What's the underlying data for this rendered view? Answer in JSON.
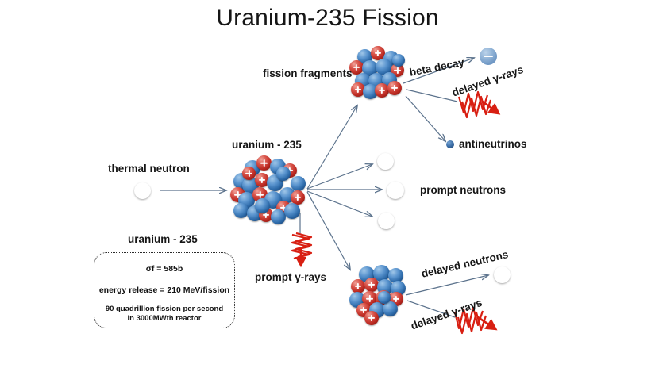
{
  "page": {
    "title": "Uranium-235 Fission",
    "background_color": "#ffffff"
  },
  "colors": {
    "neutron_blue": "#2f6cab",
    "proton_red": "#bc2a22",
    "arrow_gray": "#5b728c",
    "gamma_red": "#d81f12",
    "text": "#161616"
  },
  "labels": {
    "thermal_neutron": "thermal neutron",
    "uranium_center": "uranium - 235",
    "fission_fragments": "fission fragments",
    "beta_decay": "beta decay",
    "delayed_gamma_top": "delayed γ-rays",
    "antineutrinos": "antineutrinos",
    "prompt_neutrons": "prompt neutrons",
    "prompt_gamma": "prompt γ-rays",
    "delayed_neutrons": "delayed neutrons",
    "delayed_gamma_bottom": "delayed γ-rays"
  },
  "infobox": {
    "heading": "uranium - 235",
    "cross_section": "σf = 585b",
    "energy_release": "energy release = 210 MeV/fission",
    "rate_line1": "90 quadrillion fission per second",
    "rate_line2": "in 3000MWth reactor"
  },
  "particles": {
    "thermal_neutron_icon": "neutron-sphere",
    "prompt_neutron_icon": "neutron-sphere",
    "delayed_neutron_icon": "neutron-sphere",
    "electron_icon": "electron-minus-circle",
    "antineutrino_icon": "antineutrino-dot",
    "gamma_icon": "gamma-wave-arrow"
  },
  "diagram_data": {
    "type": "diagram",
    "subject": "Uranium-235 induced fission decay chain",
    "nodes": [
      {
        "id": "thermal-neutron",
        "label": "thermal neutron",
        "kind": "neutron"
      },
      {
        "id": "u235-nucleus",
        "label": "uranium - 235",
        "kind": "nucleus"
      },
      {
        "id": "fragment-upper",
        "label": "fission fragments",
        "kind": "nucleus"
      },
      {
        "id": "fragment-lower",
        "label": "fission fragments",
        "kind": "nucleus"
      },
      {
        "id": "electron",
        "label": "beta decay",
        "kind": "electron"
      },
      {
        "id": "delayed-gamma-top",
        "label": "delayed γ-rays",
        "kind": "gamma"
      },
      {
        "id": "antineutrinos",
        "label": "antineutrinos",
        "kind": "antineutrino"
      },
      {
        "id": "prompt-neutrons",
        "label": "prompt neutrons",
        "kind": "neutron",
        "count": 3
      },
      {
        "id": "prompt-gamma",
        "label": "prompt γ-rays",
        "kind": "gamma"
      },
      {
        "id": "delayed-neutrons",
        "label": "delayed neutrons",
        "kind": "neutron",
        "count": 1
      },
      {
        "id": "delayed-gamma-bottom",
        "label": "delayed γ-rays",
        "kind": "gamma"
      }
    ],
    "edges": [
      {
        "from": "thermal-neutron",
        "to": "u235-nucleus",
        "label": ""
      },
      {
        "from": "u235-nucleus",
        "to": "fragment-upper",
        "label": ""
      },
      {
        "from": "u235-nucleus",
        "to": "prompt-neutrons",
        "label": "",
        "count": 3
      },
      {
        "from": "u235-nucleus",
        "to": "prompt-gamma",
        "label": ""
      },
      {
        "from": "u235-nucleus",
        "to": "fragment-lower",
        "label": ""
      },
      {
        "from": "fragment-upper",
        "to": "electron",
        "label": "beta decay"
      },
      {
        "from": "fragment-upper",
        "to": "delayed-gamma-top",
        "label": "delayed γ-rays"
      },
      {
        "from": "fragment-upper",
        "to": "antineutrinos",
        "label": "antineutrinos"
      },
      {
        "from": "fragment-lower",
        "to": "delayed-neutrons",
        "label": "delayed neutrons"
      },
      {
        "from": "fragment-lower",
        "to": "delayed-gamma-bottom",
        "label": "delayed γ-rays"
      }
    ]
  }
}
